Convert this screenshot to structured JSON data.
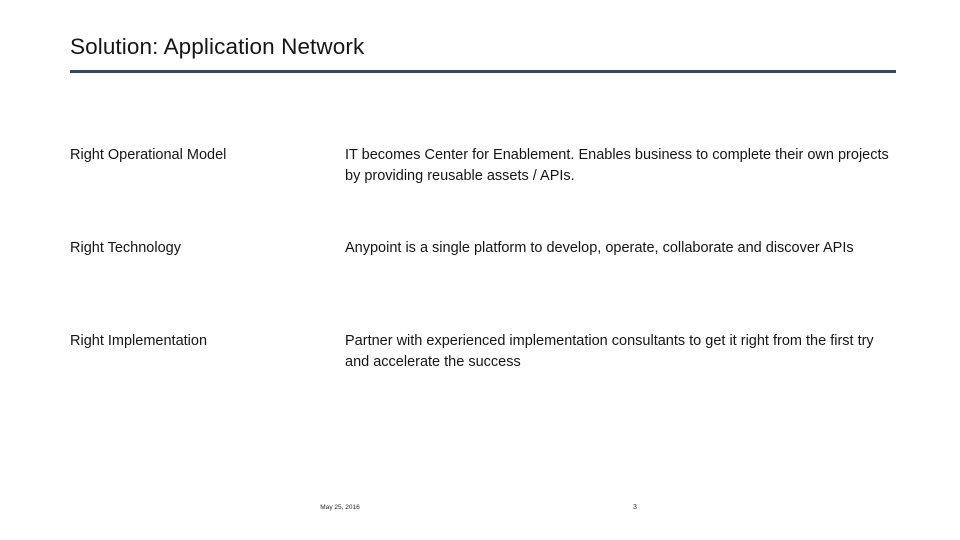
{
  "slide": {
    "title": "Solution: Application Network",
    "accent_color": "#2e4a66",
    "text_color": "#151515",
    "background_color": "#ffffff"
  },
  "rows": [
    {
      "label": "Right Operational Model",
      "description": "IT becomes Center for Enablement. Enables business to complete their own projects by providing reusable assets / APIs."
    },
    {
      "label": "Right Technology",
      "description": "Anypoint is a single platform to develop, operate, collaborate and discover APIs"
    },
    {
      "label": "Right Implementation",
      "description": "Partner with experienced implementation consultants to get it right from the first try and accelerate the success"
    }
  ],
  "footer": {
    "date": "May 25, 2016",
    "page_number": "3"
  }
}
